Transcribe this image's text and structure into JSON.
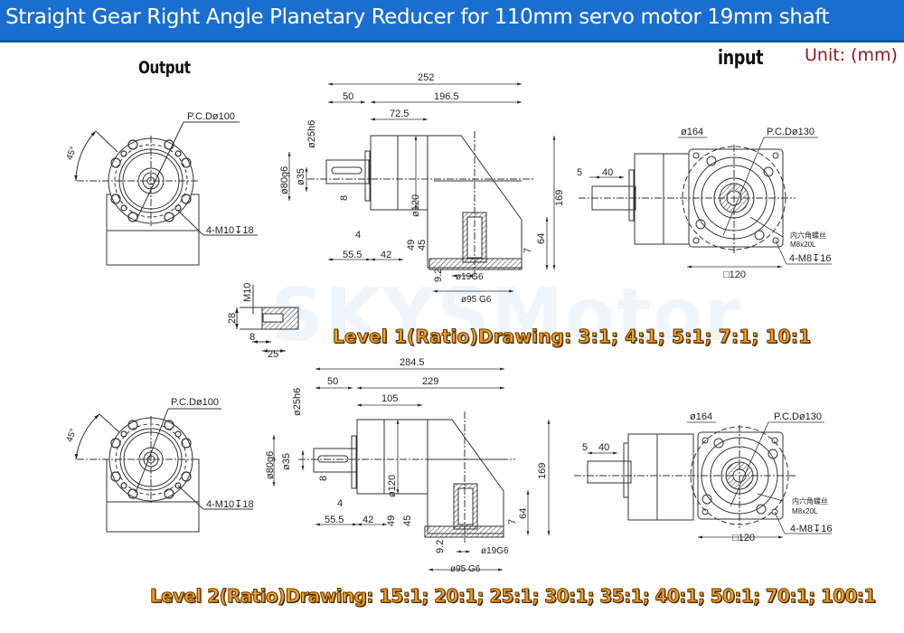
{
  "header": {
    "title": "Straight Gear Right Angle Planetary Reducer for 110mm servo motor 19mm shaft",
    "title_bg_color": "#1a6ecf"
  },
  "labels": {
    "output": "Output",
    "input": "input",
    "unit": "Unit: (mm)",
    "watermark": "SKYSMotor"
  },
  "level1": {
    "caption": "Level 1(Ratio)Drawing: 3:1;  4:1;  5:1;  7:1;  10:1",
    "ratios": [
      "3:1",
      "4:1",
      "5:1",
      "7:1",
      "10:1"
    ],
    "output_view": {
      "pcd": "P.C.Dø100",
      "angle": "45°",
      "holes": "4-M10↧18"
    },
    "side_view": {
      "overall_length": "252",
      "shaft_length": "50",
      "body_length": "196.5",
      "section_length": "72.5",
      "shaft_dia": "ø25h6",
      "flange_dia": "ø80g6",
      "key_dia": "ø35",
      "key_width": "8",
      "body_dia": "ø120",
      "height": "169",
      "bottom_height": "64",
      "dim_7": "7",
      "dim_4": "4",
      "dim_55_5": "55.5",
      "dim_42": "42",
      "dim_49": "49",
      "dim_45": "45",
      "dim_9_2": "9.2",
      "input_bore": "ø19G6",
      "input_pilot": "ø95 G6"
    },
    "input_view": {
      "outer_dia": "ø164",
      "pcd": "P.C.Dø130",
      "shaft_5": "5",
      "shaft_40": "40",
      "screw_note_cn": "内六角螺丝",
      "screw_note": "M8x20L",
      "holes": "4-M8↧16",
      "square": "□120"
    },
    "tap_detail": {
      "thread": "M10",
      "dim_28": "28",
      "dim_8": "8",
      "dim_25": "25"
    }
  },
  "level2": {
    "caption": "Level 2(Ratio)Drawing: 15:1; 20:1; 25:1; 30:1; 35:1; 40:1; 50:1; 70:1; 100:1",
    "ratios": [
      "15:1",
      "20:1",
      "25:1",
      "30:1",
      "35:1",
      "40:1",
      "50:1",
      "70:1",
      "100:1"
    ],
    "output_view": {
      "pcd": "P.C.Dø100",
      "angle": "45°",
      "holes": "4-M10↧18"
    },
    "side_view": {
      "overall_length": "284.5",
      "shaft_length": "50",
      "body_length": "229",
      "section_length": "105",
      "shaft_dia": "ø25h6",
      "flange_dia": "ø80g6",
      "key_dia": "ø35",
      "key_width": "8",
      "body_dia": "ø120",
      "height": "169",
      "bottom_height": "64",
      "dim_7": "7",
      "dim_4": "4",
      "dim_55_5": "55.5",
      "dim_42": "42",
      "dim_49": "49",
      "dim_45": "45",
      "dim_9_2": "9.2",
      "input_bore": "ø19G6",
      "input_pilot": "ø95 G6"
    },
    "input_view": {
      "outer_dia": "ø164",
      "pcd": "P.C.Dø130",
      "shaft_5": "5",
      "shaft_40": "40",
      "screw_note_cn": "内六角螺丝",
      "screw_note": "M8x20L",
      "holes": "4-M8↧16",
      "square": "□120"
    }
  }
}
